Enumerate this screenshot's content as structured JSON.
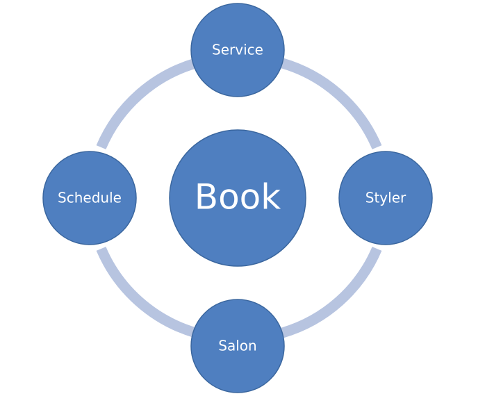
{
  "diagram": {
    "center": {
      "label": "Book"
    },
    "nodes": [
      {
        "id": "service",
        "label": "Service"
      },
      {
        "id": "styler",
        "label": "Styler"
      },
      {
        "id": "salon",
        "label": "Salon"
      },
      {
        "id": "schedule",
        "label": "Schedule"
      }
    ]
  },
  "colors": {
    "node_fill": "#4f7fc0",
    "node_stroke": "#3b679f",
    "ring": "#b7c4e0",
    "label_text": "#ffffff",
    "background": "#ffffff"
  }
}
